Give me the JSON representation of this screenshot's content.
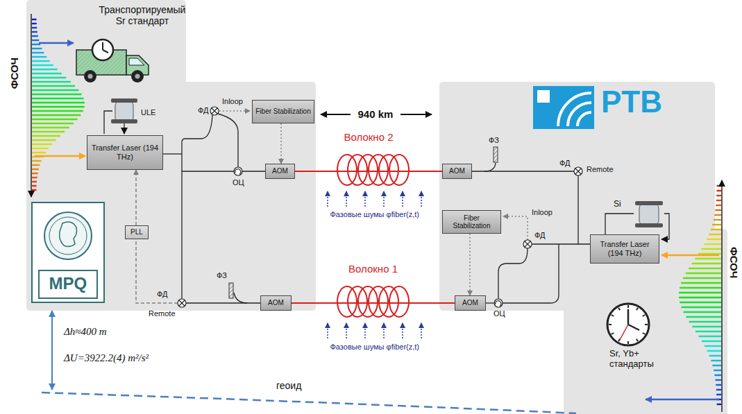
{
  "diagram": {
    "nodes": [
      {
        "text": [
          "Transfer Laser (194 THz)"
        ]
      },
      {
        "text": [
          "Fiber Stabilization"
        ]
      },
      {
        "text": [
          "PLL"
        ]
      },
      {
        "text": [
          "AOM"
        ]
      },
      {
        "text": [
          "AOM"
        ]
      },
      {
        "text": [
          "AOM"
        ]
      },
      {
        "text": [
          "Fiber Stabilization"
        ]
      },
      {
        "text": [
          "Transfer Laser (194 THz)"
        ]
      },
      {
        "text": [
          "AOM"
        ]
      }
    ],
    "edges": [
      {
        "from": 1,
        "to": 3,
        "arrow": "to"
      },
      {
        "from": 2,
        "to": 0,
        "arrow": "to"
      },
      {
        "from": 3,
        "to": 5,
        "label": "Волокно 2",
        "arrow": "none"
      },
      {
        "from": 6,
        "to": 8,
        "arrow": "to"
      },
      {
        "from": 8,
        "to": 4,
        "label": "Волокно 1",
        "arrow": "none"
      }
    ],
    "labels": [
      "Транспортируемый Sr стандарт",
      "ФСОЧ",
      "ULE",
      "ФД",
      "Inloop",
      "ОЦ",
      "940 km",
      "PTB",
      "ФЗ",
      "ФД",
      "Remote",
      "Фазовые шумы φfiber(z,t)",
      "Si",
      "Inloop",
      "ФД",
      "MPQ",
      "ФЗ",
      "ФД",
      "Remote",
      "Фазовые шумы φfiber(z,t)",
      "ОЦ",
      "ФСОЧ",
      "Sr, Yb+ стандарты",
      "Δh≈400 m",
      "ΔU=3922.2(4) m²/s²",
      "геоид"
    ]
  }
}
